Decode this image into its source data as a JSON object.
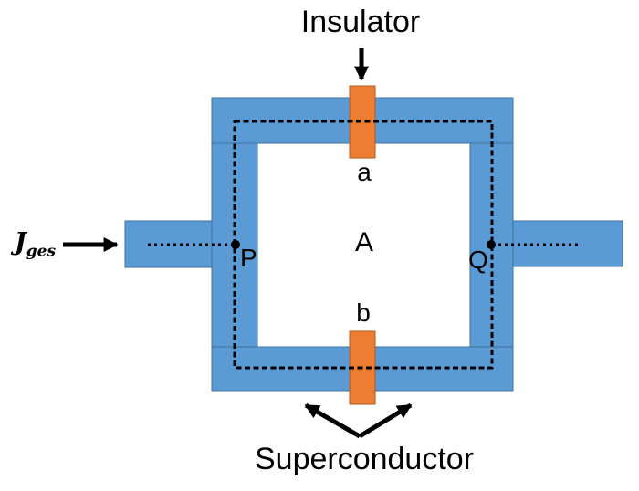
{
  "labels": {
    "insulator": "Insulator",
    "superconductor": "Superconductor",
    "current_symbol": "J",
    "current_subscript": "ges",
    "junction_a": "a",
    "junction_b": "b",
    "area": "A",
    "point_p": "P",
    "point_q": "Q"
  },
  "colors": {
    "superconductor_fill": "#5b9bd5",
    "superconductor_stroke": "#41719c",
    "insulator_fill": "#ed7d31",
    "insulator_stroke": "#ae5a21",
    "annotation": "#000000"
  }
}
